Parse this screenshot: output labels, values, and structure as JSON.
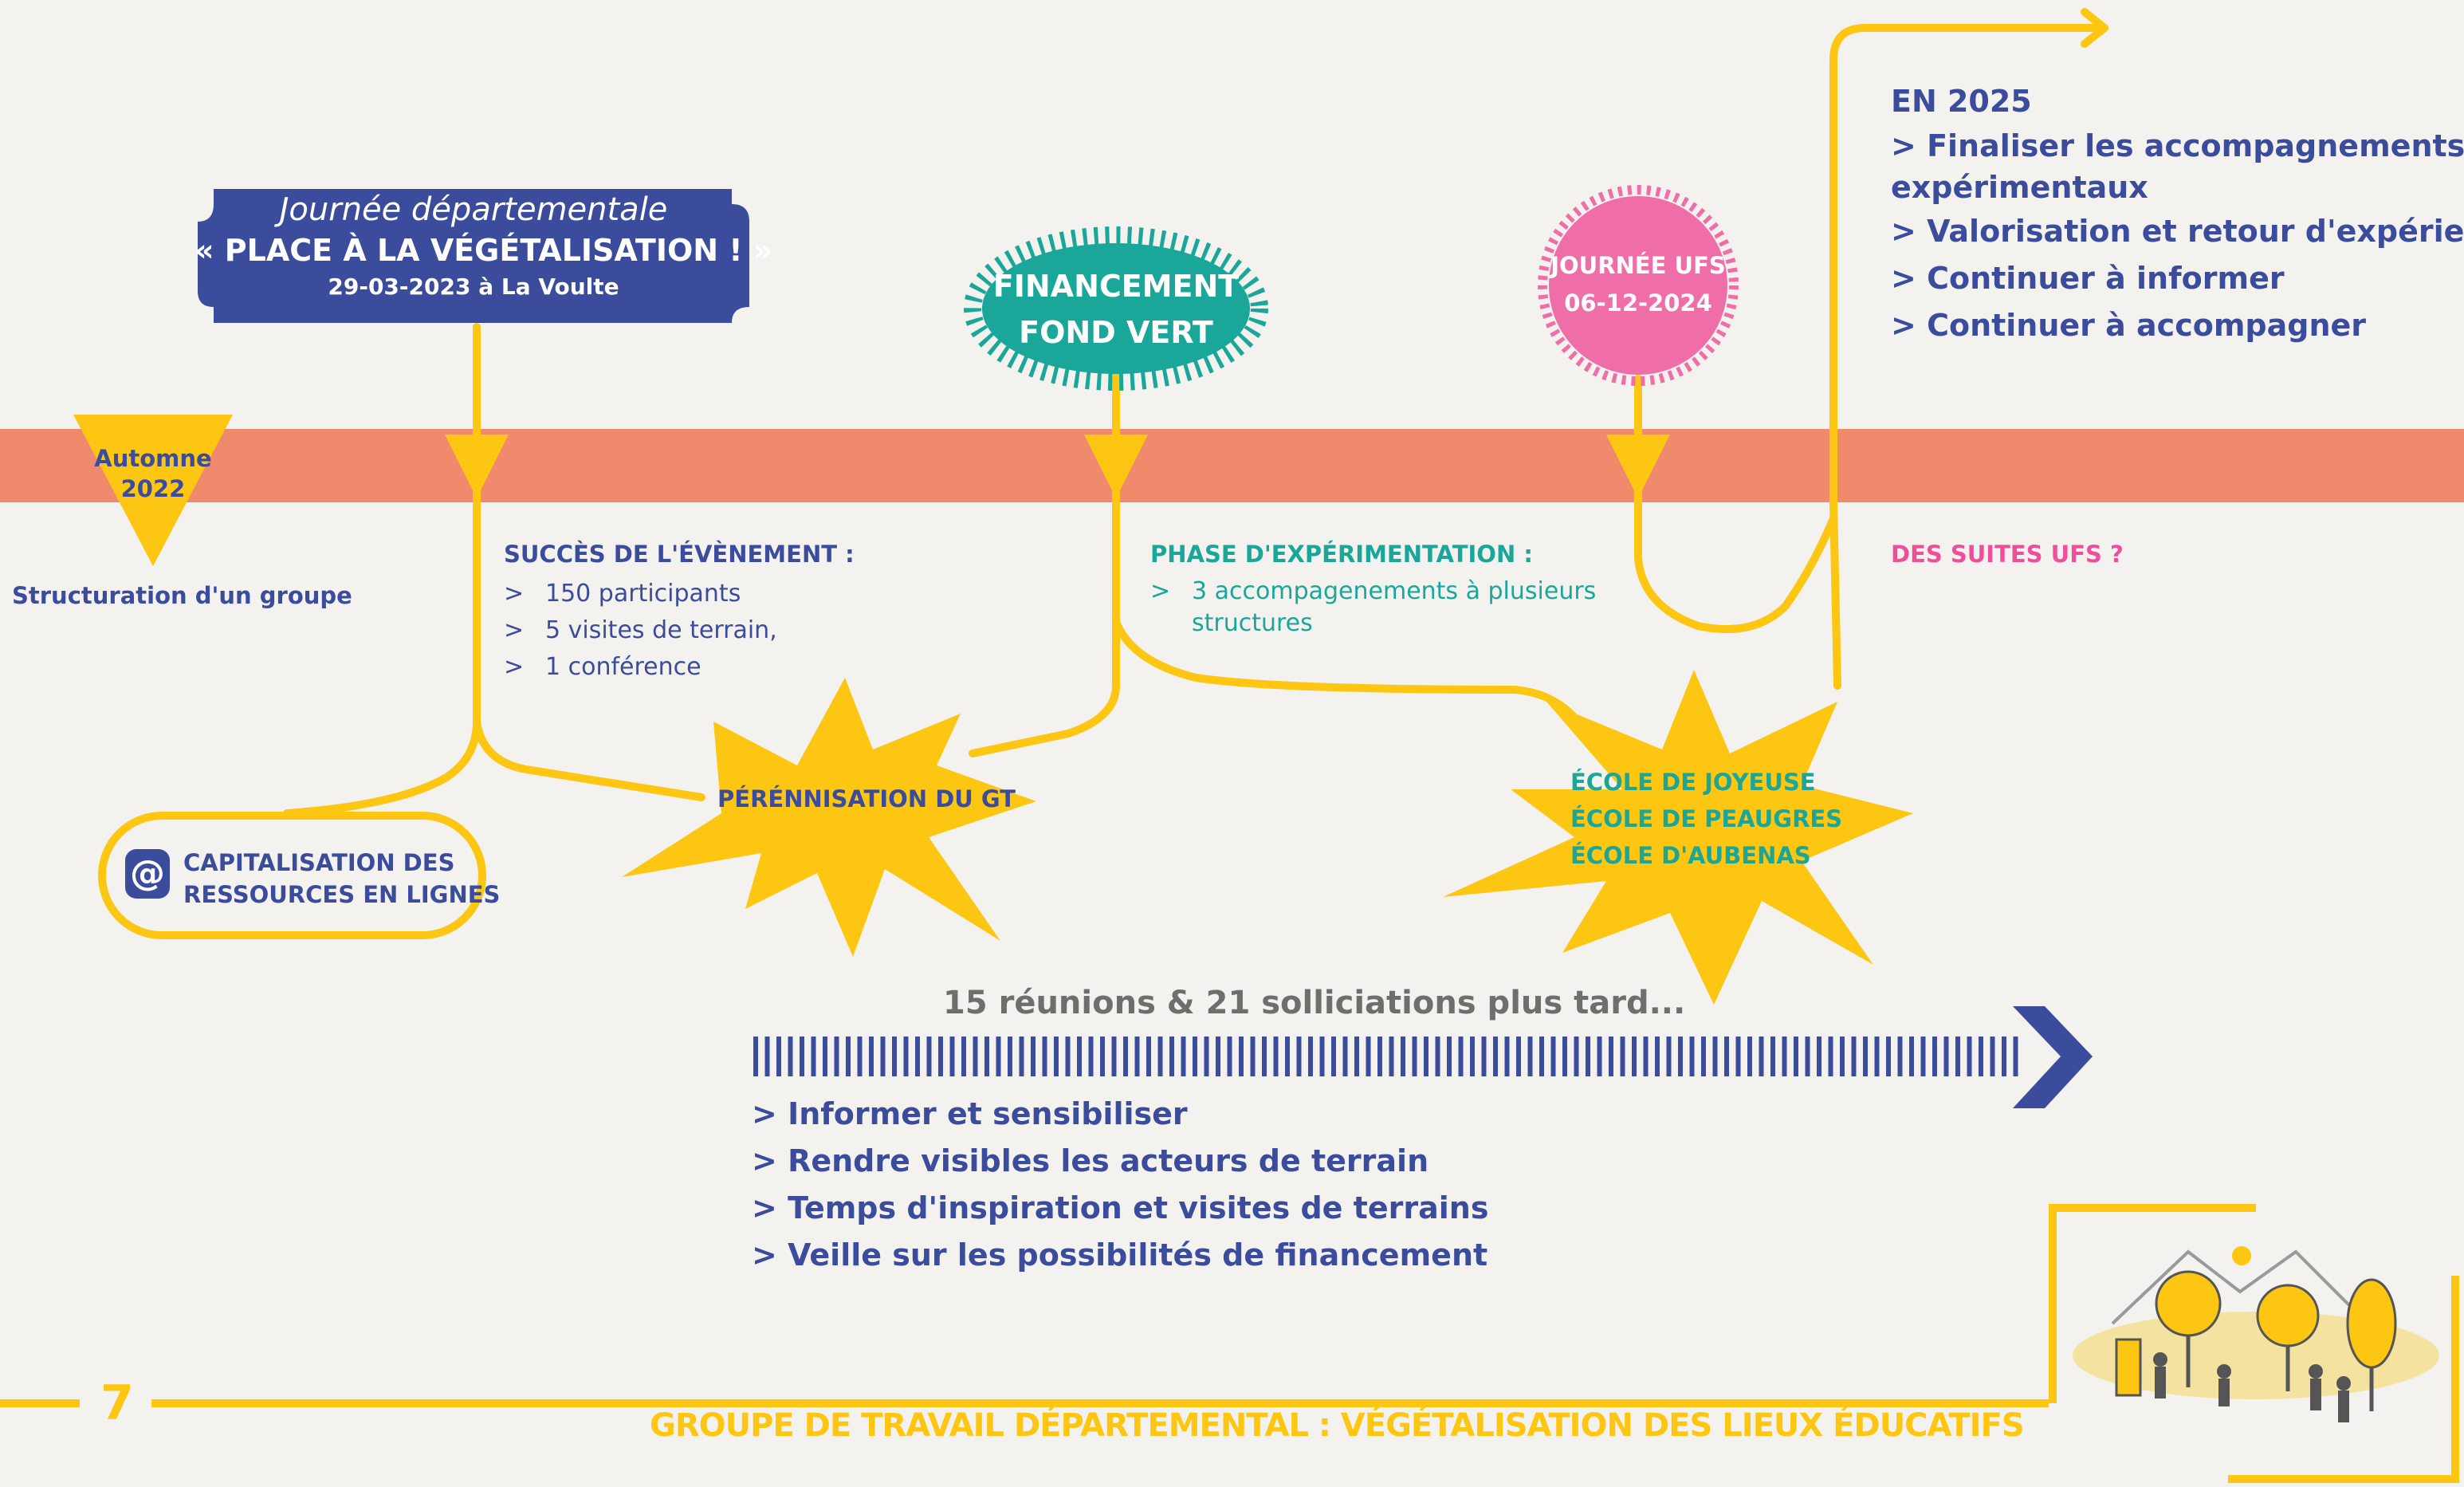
{
  "timeline": {
    "autumn_marker": {
      "line1": "Automne",
      "line2": "2022"
    },
    "autumn_caption": "Structuration d'un groupe"
  },
  "event_journee": {
    "title": "Journée départementale",
    "subtitle": "« PLACE À LA VÉGÉTALISATION ! »",
    "date": "29-03-2023 à La Voulte"
  },
  "success": {
    "heading": "SUCCÈS DE L'ÉVÈNEMENT :",
    "items": [
      "150 participants",
      "5 visites de terrain,",
      "1 conférence"
    ]
  },
  "capitalisation": {
    "line1": "CAPITALISATION DES",
    "line2": "RESSOURCES EN LIGNES",
    "icon": "at-icon"
  },
  "perennisation": {
    "label": "PÉRÉNNISATION DU GT"
  },
  "financement": {
    "line1": "FINANCEMENT",
    "line2": "FOND VERT"
  },
  "experimentation": {
    "heading": "PHASE D'EXPÉRIMENTATION :",
    "item_line1": "3 accompagenements à plusieurs",
    "item_line2": "structures"
  },
  "journee_ufs": {
    "line1": "JOURNÉE UFS",
    "line2": "06-12-2024"
  },
  "ecoles": [
    "ÉCOLE DE JOYEUSE",
    "ÉCOLE DE PEAUGRES",
    "ÉCOLE D'AUBENAS"
  ],
  "suites": "DES SUITES UFS ?",
  "en2025": {
    "heading": "EN 2025",
    "items": [
      "> Finaliser les accompagnements",
      "expérimentaux",
      "> Valorisation et retour d'expérience",
      "> Continuer à informer",
      "> Continuer à accompagner"
    ]
  },
  "meetings": {
    "headline": "15 réunions  & 21 solliciations plus tard...",
    "items": [
      "> Informer et sensibiliser",
      "> Rendre visibles les acteurs de terrain",
      "> Temps d'inspiration et visites de terrains",
      "> Veille sur les possibilités de financement"
    ]
  },
  "footer": {
    "page_number": "7",
    "title": "GROUPE DE TRAVAIL DÉPARTEMENTAL : VÉGÉTALISATION DES LIEUX ÉDUCATIFS"
  },
  "colors": {
    "band": "#ef8a6c",
    "yellow": "#fcc612",
    "navy": "#3b4c9c",
    "teal": "#1aa79a",
    "pink": "#ef6ea8",
    "background": "#f4f2ee"
  }
}
